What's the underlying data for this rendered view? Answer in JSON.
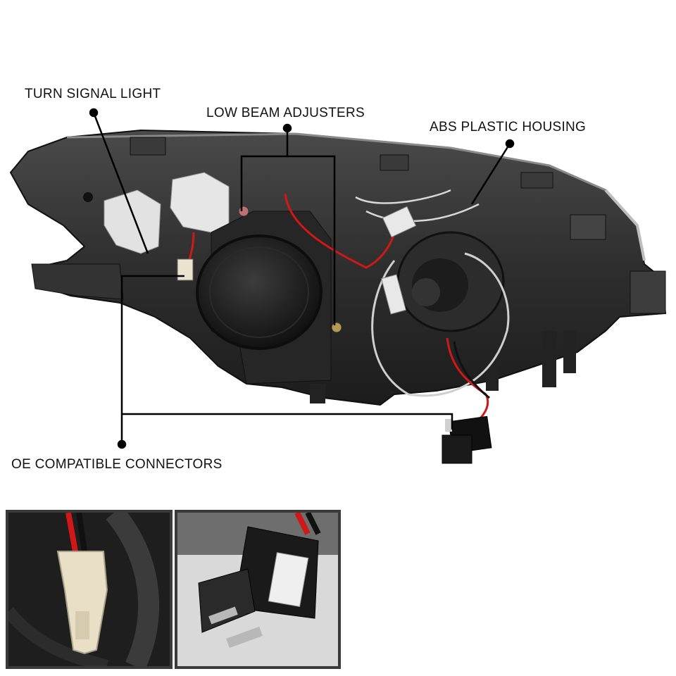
{
  "callouts": {
    "turn_signal": "TURN SIGNAL LIGHT",
    "low_beam": "LOW BEAM ADJUSTERS",
    "abs_housing": "ABS PLASTIC HOUSING",
    "oe_connectors": "OE COMPATIBLE CONNECTORS"
  },
  "colors": {
    "housing": "#2b2b2b",
    "wire_red": "#d01818",
    "callout_line": "#000000"
  }
}
